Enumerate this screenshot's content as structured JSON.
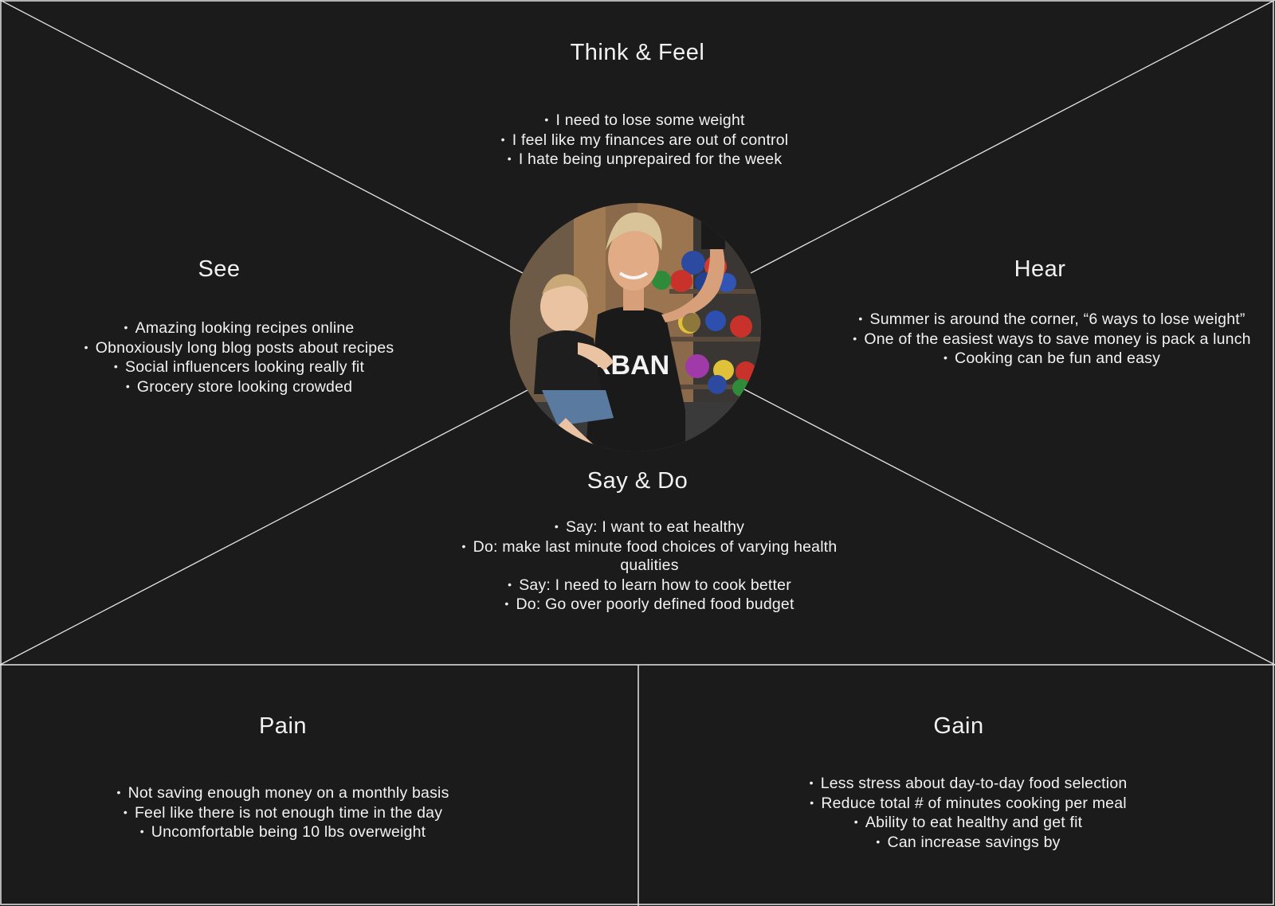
{
  "colors": {
    "background": "#1b1b1b",
    "lines": "#e6e6e6",
    "text": "#f2f2f2"
  },
  "persona": {
    "image": "persona-photo",
    "shirt_text": "RBAN"
  },
  "think_feel": {
    "title": "Think & Feel",
    "items": [
      "I need to lose some weight",
      "I feel like my finances are out of control",
      "I hate being unprepaired for the week"
    ]
  },
  "see": {
    "title": "See",
    "items": [
      "Amazing looking recipes online",
      "Obnoxiously long blog posts about recipes",
      "Social influencers looking really fit",
      "Grocery store looking crowded"
    ]
  },
  "hear": {
    "title": "Hear",
    "items": [
      "Summer is around the corner, “6 ways to lose weight”",
      "One of the easiest ways to save money is pack a lunch",
      "Cooking can be fun and easy"
    ]
  },
  "say_do": {
    "title": "Say & Do",
    "items": [
      "Say: I want to eat healthy",
      "Do: make last minute food choices of varying health qualities",
      "Say: I need to learn how to cook better",
      "Do: Go over poorly defined food budget"
    ]
  },
  "pain": {
    "title": "Pain",
    "items": [
      "Not saving enough money on a monthly basis",
      "Feel like there is not enough time in the day",
      "Uncomfortable being 10 lbs overweight"
    ]
  },
  "gain": {
    "title": "Gain",
    "items": [
      "Less stress about day-to-day food selection",
      "Reduce total # of minutes cooking per meal",
      "Ability to eat healthy and get fit",
      "Can increase savings by"
    ]
  }
}
